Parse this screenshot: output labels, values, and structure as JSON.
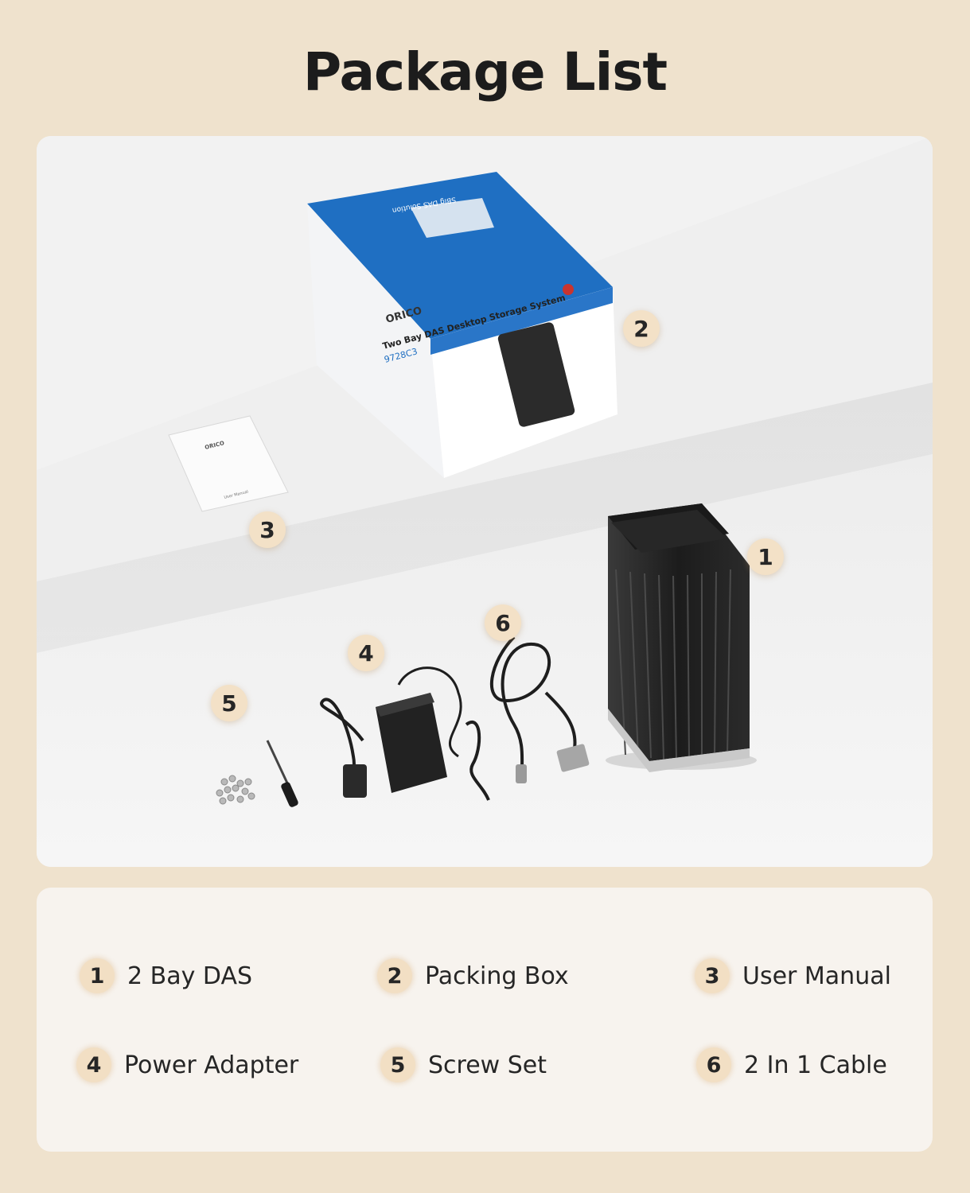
{
  "page": {
    "title": "Package List",
    "background": "#efe2cd",
    "accent": "#f2dfc4"
  },
  "box": {
    "brand": "ORICO",
    "product_name": "Two Bay DAS Desktop Storage System",
    "model": "9728C3",
    "top_text": "SBig DAS Solution",
    "brand_color": "#1b6cc0"
  },
  "manual": {
    "brand": "ORICO",
    "cover_text": "User Manual"
  },
  "callouts": [
    "1",
    "2",
    "3",
    "4",
    "5",
    "6"
  ],
  "items": [
    {
      "number": "1",
      "label": "2 Bay DAS"
    },
    {
      "number": "2",
      "label": "Packing Box"
    },
    {
      "number": "3",
      "label": "User Manual"
    },
    {
      "number": "4",
      "label": "Power Adapter"
    },
    {
      "number": "5",
      "label": "Screw Set"
    },
    {
      "number": "6",
      "label": "2 In 1 Cable"
    }
  ]
}
